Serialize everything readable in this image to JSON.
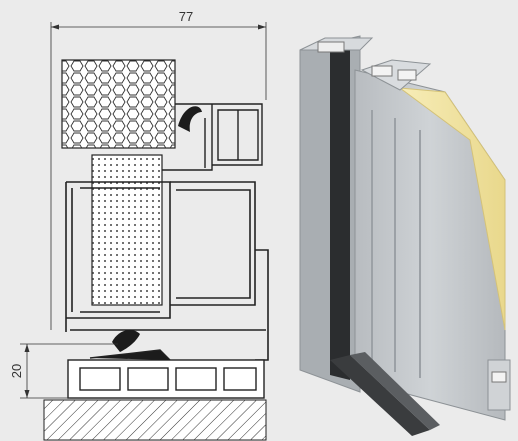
{
  "dimensions": {
    "width_label": "77",
    "height_label": "20"
  },
  "colors": {
    "background": "#ebebeb",
    "profile_stroke": "#222222",
    "foam_fill": "#f4e6a6",
    "aluminium_light": "#c9cdd1",
    "aluminium_dark": "#9ea3a8",
    "gasket_black": "#1c1c1c"
  },
  "icons": {
    "section": "cross-section-drawing",
    "render": "door-profile-3d-render"
  }
}
